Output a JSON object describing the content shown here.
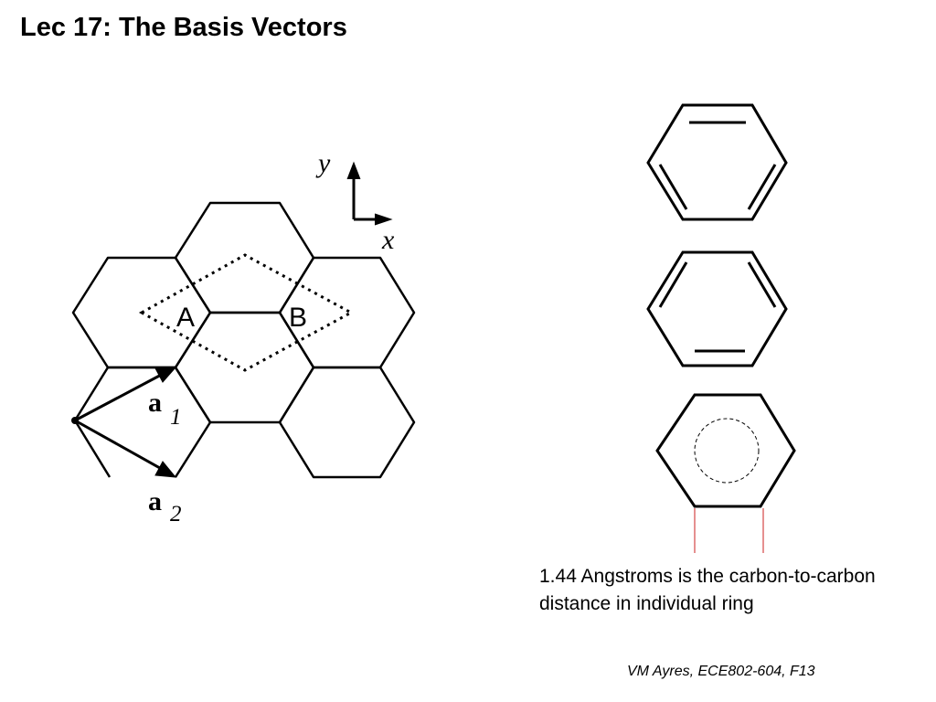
{
  "slide": {
    "title": "Lec 17: The Basis Vectors",
    "caption": "1.44 Angstroms is the carbon-to-carbon distance in individual ring",
    "footer": "VM Ayres, ECE802-604, F13"
  },
  "lattice": {
    "site_a_label": "A",
    "site_b_label": "B",
    "axis_y_label": "y",
    "axis_x_label": "x",
    "vector_1_label": "a",
    "vector_1_subscript": "1",
    "vector_2_label": "a",
    "vector_2_subscript": "2"
  },
  "colors": {
    "lines": "#000000",
    "dimension_lines": "#cc2222"
  }
}
